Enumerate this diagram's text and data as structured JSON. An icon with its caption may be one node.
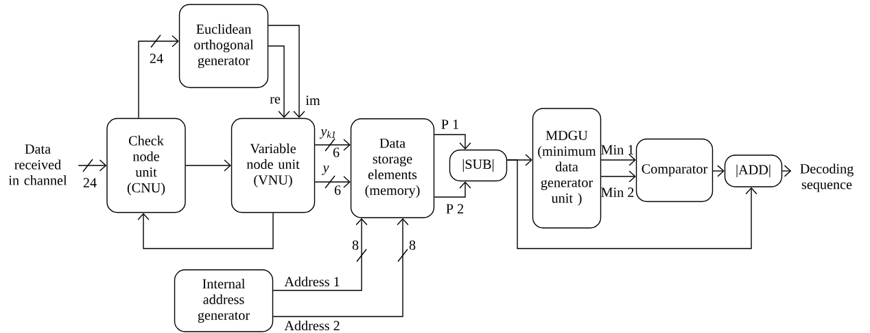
{
  "diagram": {
    "nodes": [
      {
        "text": [
          "Data received in channel"
        ]
      },
      {
        "text": [
          "Euclidean orthogonal generator"
        ]
      },
      {
        "text": [
          "Check node unit (CNU)"
        ]
      },
      {
        "text": [
          "Variable node unit (VNU)"
        ]
      },
      {
        "text": [
          "Data storage elements (memory)"
        ]
      },
      {
        "text": [
          "|SUB|"
        ]
      },
      {
        "text": [
          "MDGU (minimum data generator unit )"
        ]
      },
      {
        "text": [
          "Comparator"
        ]
      },
      {
        "text": [
          "|ADD|"
        ]
      },
      {
        "text": [
          "Decoding sequence"
        ]
      },
      {
        "text": [
          "Internal address generator"
        ]
      }
    ],
    "edges": [
      {
        "from": 0,
        "to": 2,
        "arrow": "to",
        "label": "24"
      },
      {
        "from": 2,
        "to": 1,
        "arrow": "to",
        "label": "24"
      },
      {
        "from": 1,
        "to": 3,
        "arrow": "to",
        "label": "re"
      },
      {
        "from": 1,
        "to": 3,
        "arrow": "to",
        "label": "im"
      },
      {
        "from": 2,
        "to": 3,
        "arrow": "to"
      },
      {
        "from": 3,
        "to": 2,
        "arrow": "to"
      },
      {
        "from": 3,
        "to": 4,
        "arrow": "to",
        "label": "y$_{k1}$"
      },
      {
        "from": 3,
        "to": 4,
        "arrow": "to",
        "label": "y"
      },
      {
        "from": 4,
        "to": 5,
        "arrow": "to",
        "label": "P 1"
      },
      {
        "from": 4,
        "to": 5,
        "arrow": "to",
        "label": "P 2"
      },
      {
        "from": 5,
        "to": 6,
        "arrow": "to"
      },
      {
        "from": 5,
        "to": 8,
        "arrow": "to"
      },
      {
        "from": 6,
        "to": 7,
        "arrow": "to",
        "label": "Min 1"
      },
      {
        "from": 6,
        "to": 7,
        "arrow": "to",
        "label": "Min 2"
      },
      {
        "from": 7,
        "to": 8,
        "arrow": "to"
      },
      {
        "from": 8,
        "to": 9,
        "arrow": "to"
      },
      {
        "from": 10,
        "to": 4,
        "arrow": "to",
        "label": "Address 1"
      },
      {
        "from": 10,
        "to": 4,
        "arrow": "to",
        "label": "Address 2"
      }
    ],
    "labels": [
      "6",
      "6",
      "8",
      "8"
    ]
  }
}
